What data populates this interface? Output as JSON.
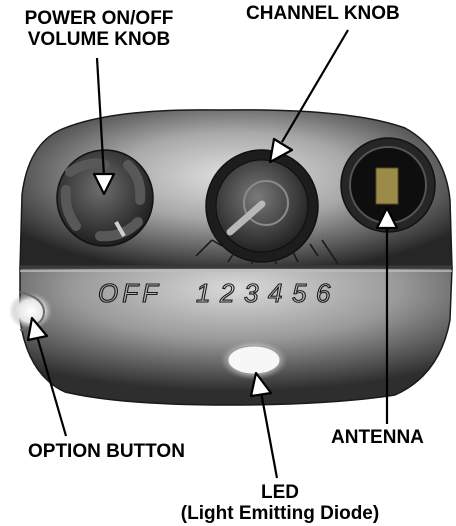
{
  "labels": {
    "power_line1": "POWER ON/OFF",
    "power_line2": "VOLUME KNOB",
    "channel": "CHANNEL KNOB",
    "option": "OPTION BUTTON",
    "antenna": "ANTENNA",
    "led_line1": "LED",
    "led_line2": "(Light Emitting Diode)"
  },
  "dial": {
    "off_label": "OFF",
    "channels": [
      "1",
      "2",
      "3",
      "4",
      "5",
      "6"
    ]
  },
  "colors": {
    "body_light": "#e6e6e6",
    "body_mid": "#8f8f8f",
    "body_dark": "#262626",
    "text": "#000000",
    "led_glow": "#ffffff"
  }
}
